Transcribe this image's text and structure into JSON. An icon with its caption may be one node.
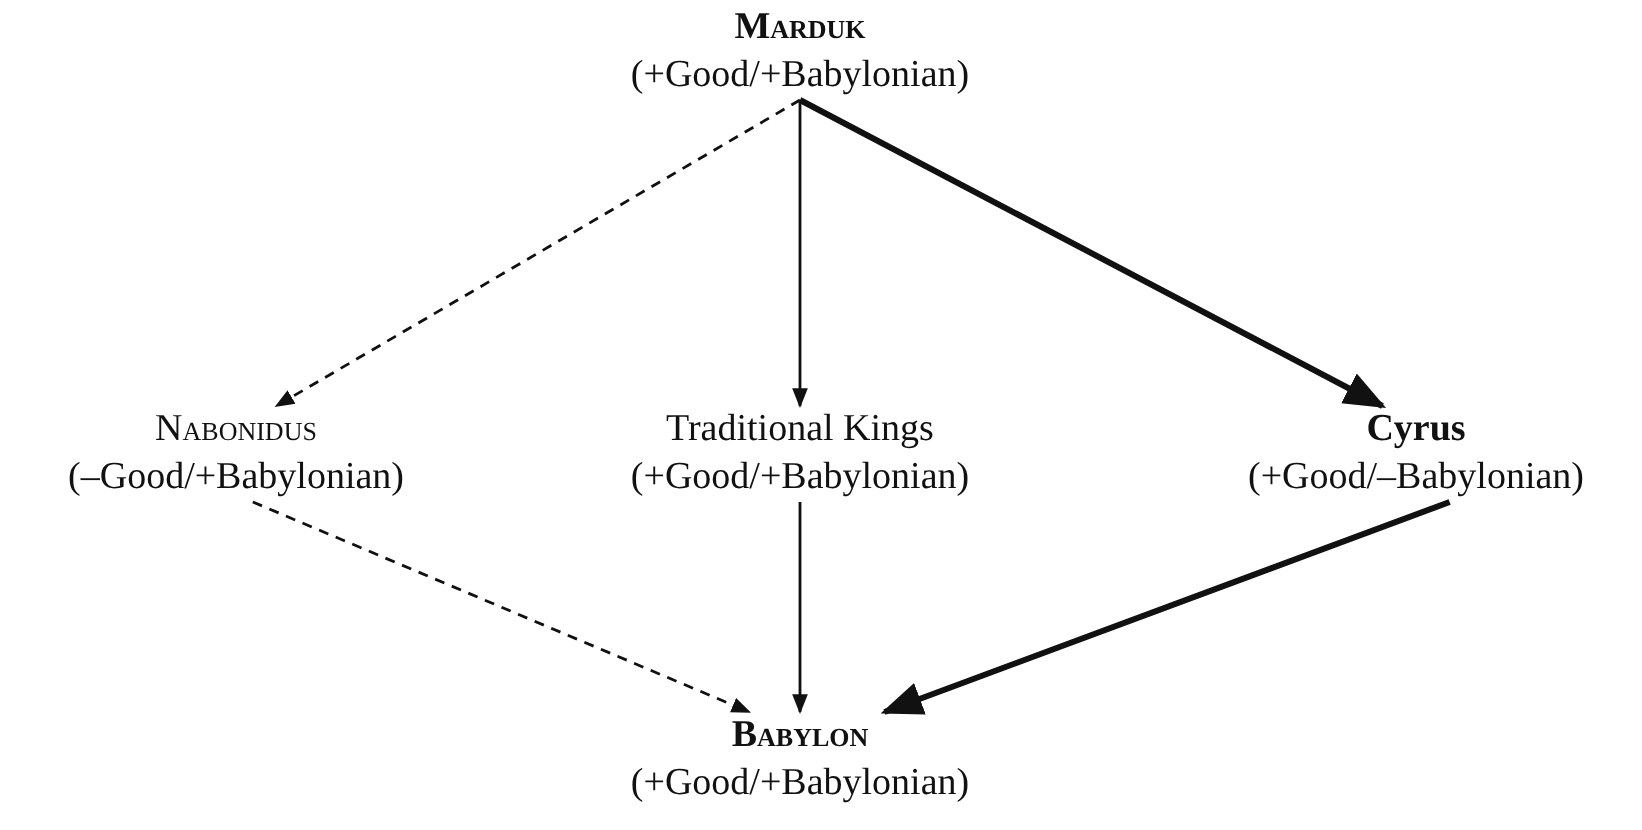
{
  "diagram": {
    "nodes": [
      {
        "text": [
          "Marduk",
          "(+Good/+Babylonian)"
        ]
      },
      {
        "text": [
          "Nabonidus",
          "(–Good/+Babylonian)"
        ]
      },
      {
        "text": [
          "Traditional Kings",
          "(+Good/+Babylonian)"
        ]
      },
      {
        "text": [
          "Cyrus",
          "(+Good/–Babylonian)"
        ]
      },
      {
        "text": [
          "Babylon",
          "(+Good/+Babylonian)"
        ]
      }
    ],
    "edges": [
      {
        "from": 0,
        "to": 1,
        "arrow": "to",
        "style": "dashed"
      },
      {
        "from": 0,
        "to": 2,
        "arrow": "to"
      },
      {
        "from": 0,
        "to": 3,
        "arrow": "to",
        "style": "thick"
      },
      {
        "from": 1,
        "to": 4,
        "arrow": "to",
        "style": "dashed"
      },
      {
        "from": 2,
        "to": 4,
        "arrow": "to"
      },
      {
        "from": 3,
        "to": 4,
        "arrow": "to",
        "style": "thick"
      }
    ]
  }
}
